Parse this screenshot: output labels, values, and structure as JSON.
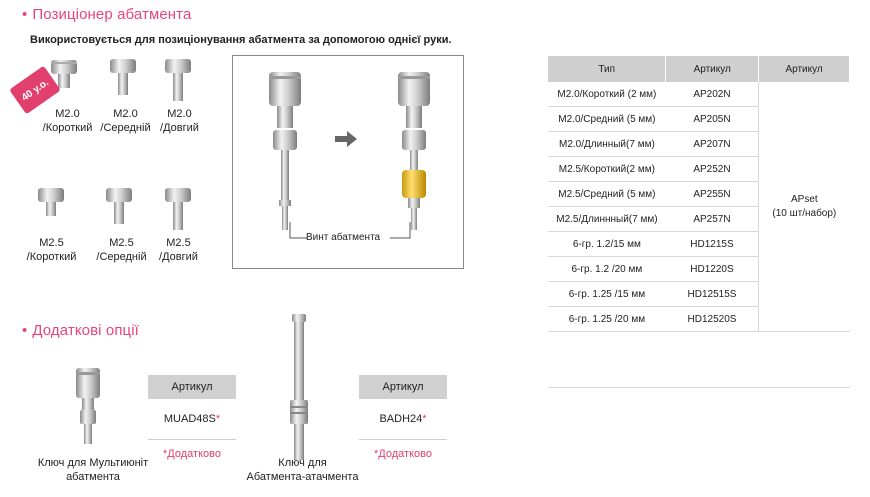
{
  "section1": {
    "title": "Позиціонер абатмента",
    "subtitle": "Використовується для позиціонування абатмента за допомогою однієї руки."
  },
  "badge": "40 у.о.",
  "tools_row1": [
    {
      "line1": "M2.0",
      "line2": "/Короткий"
    },
    {
      "line1": "M2.0",
      "line2": "/Середній"
    },
    {
      "line1": "M2.0",
      "line2": "/Довгий"
    }
  ],
  "tools_row2": [
    {
      "line1": "M2.5",
      "line2": "/Короткий"
    },
    {
      "line1": "M2.5",
      "line2": "/Середній"
    },
    {
      "line1": "M2.5",
      "line2": "/Довгий"
    }
  ],
  "diagram": {
    "callout": "Винт абатмента"
  },
  "spec_table": {
    "headers": [
      "Тип",
      "Артикул",
      "Артикул"
    ],
    "rows": [
      {
        "type": "M2.0/Короткий (2 мм)",
        "code": "AP202N"
      },
      {
        "type": "M2.0/Средний (5 мм)",
        "code": "AP205N"
      },
      {
        "type": "M2.0/Длинный(7 мм)",
        "code": "AP207N"
      },
      {
        "type": "M2.5/Короткий(2 мм)",
        "code": "AP252N"
      },
      {
        "type": "M2.5/Средний (5 мм)",
        "code": "AP255N"
      },
      {
        "type": "M2.5/Длиннный(7 мм)",
        "code": "AP257N"
      },
      {
        "type": "6-гр. 1.2/15 мм",
        "code": "HD1215S"
      },
      {
        "type": "6-гр. 1.2 /20 мм",
        "code": "HD1220S"
      },
      {
        "type": "6-гр. 1.25 /15 мм",
        "code": "HD12515S"
      },
      {
        "type": "6-гр. 1.25 /20 мм",
        "code": "HD12520S"
      }
    ],
    "set_line1": "APset",
    "set_line2": "(10 шт/набор)"
  },
  "section2": {
    "title": "Додаткові опції",
    "item1": {
      "caption_line1": "Ключ для Мультиюніт",
      "caption_line2": "абатмента",
      "header": "Артикул",
      "code": "MUAD48S",
      "star": "*",
      "note": "*Додатково"
    },
    "item2": {
      "caption_line1": "Ключ для",
      "caption_line2": "Абатмента-атачмента",
      "header": "Артикул",
      "code": "BADH24",
      "star": "*",
      "note": "*Додатково"
    }
  },
  "colors": {
    "accent": "#e8457c",
    "header_gray": "#cfcfcf",
    "metal": "#c8c8c8",
    "gold": "#f0c020"
  }
}
